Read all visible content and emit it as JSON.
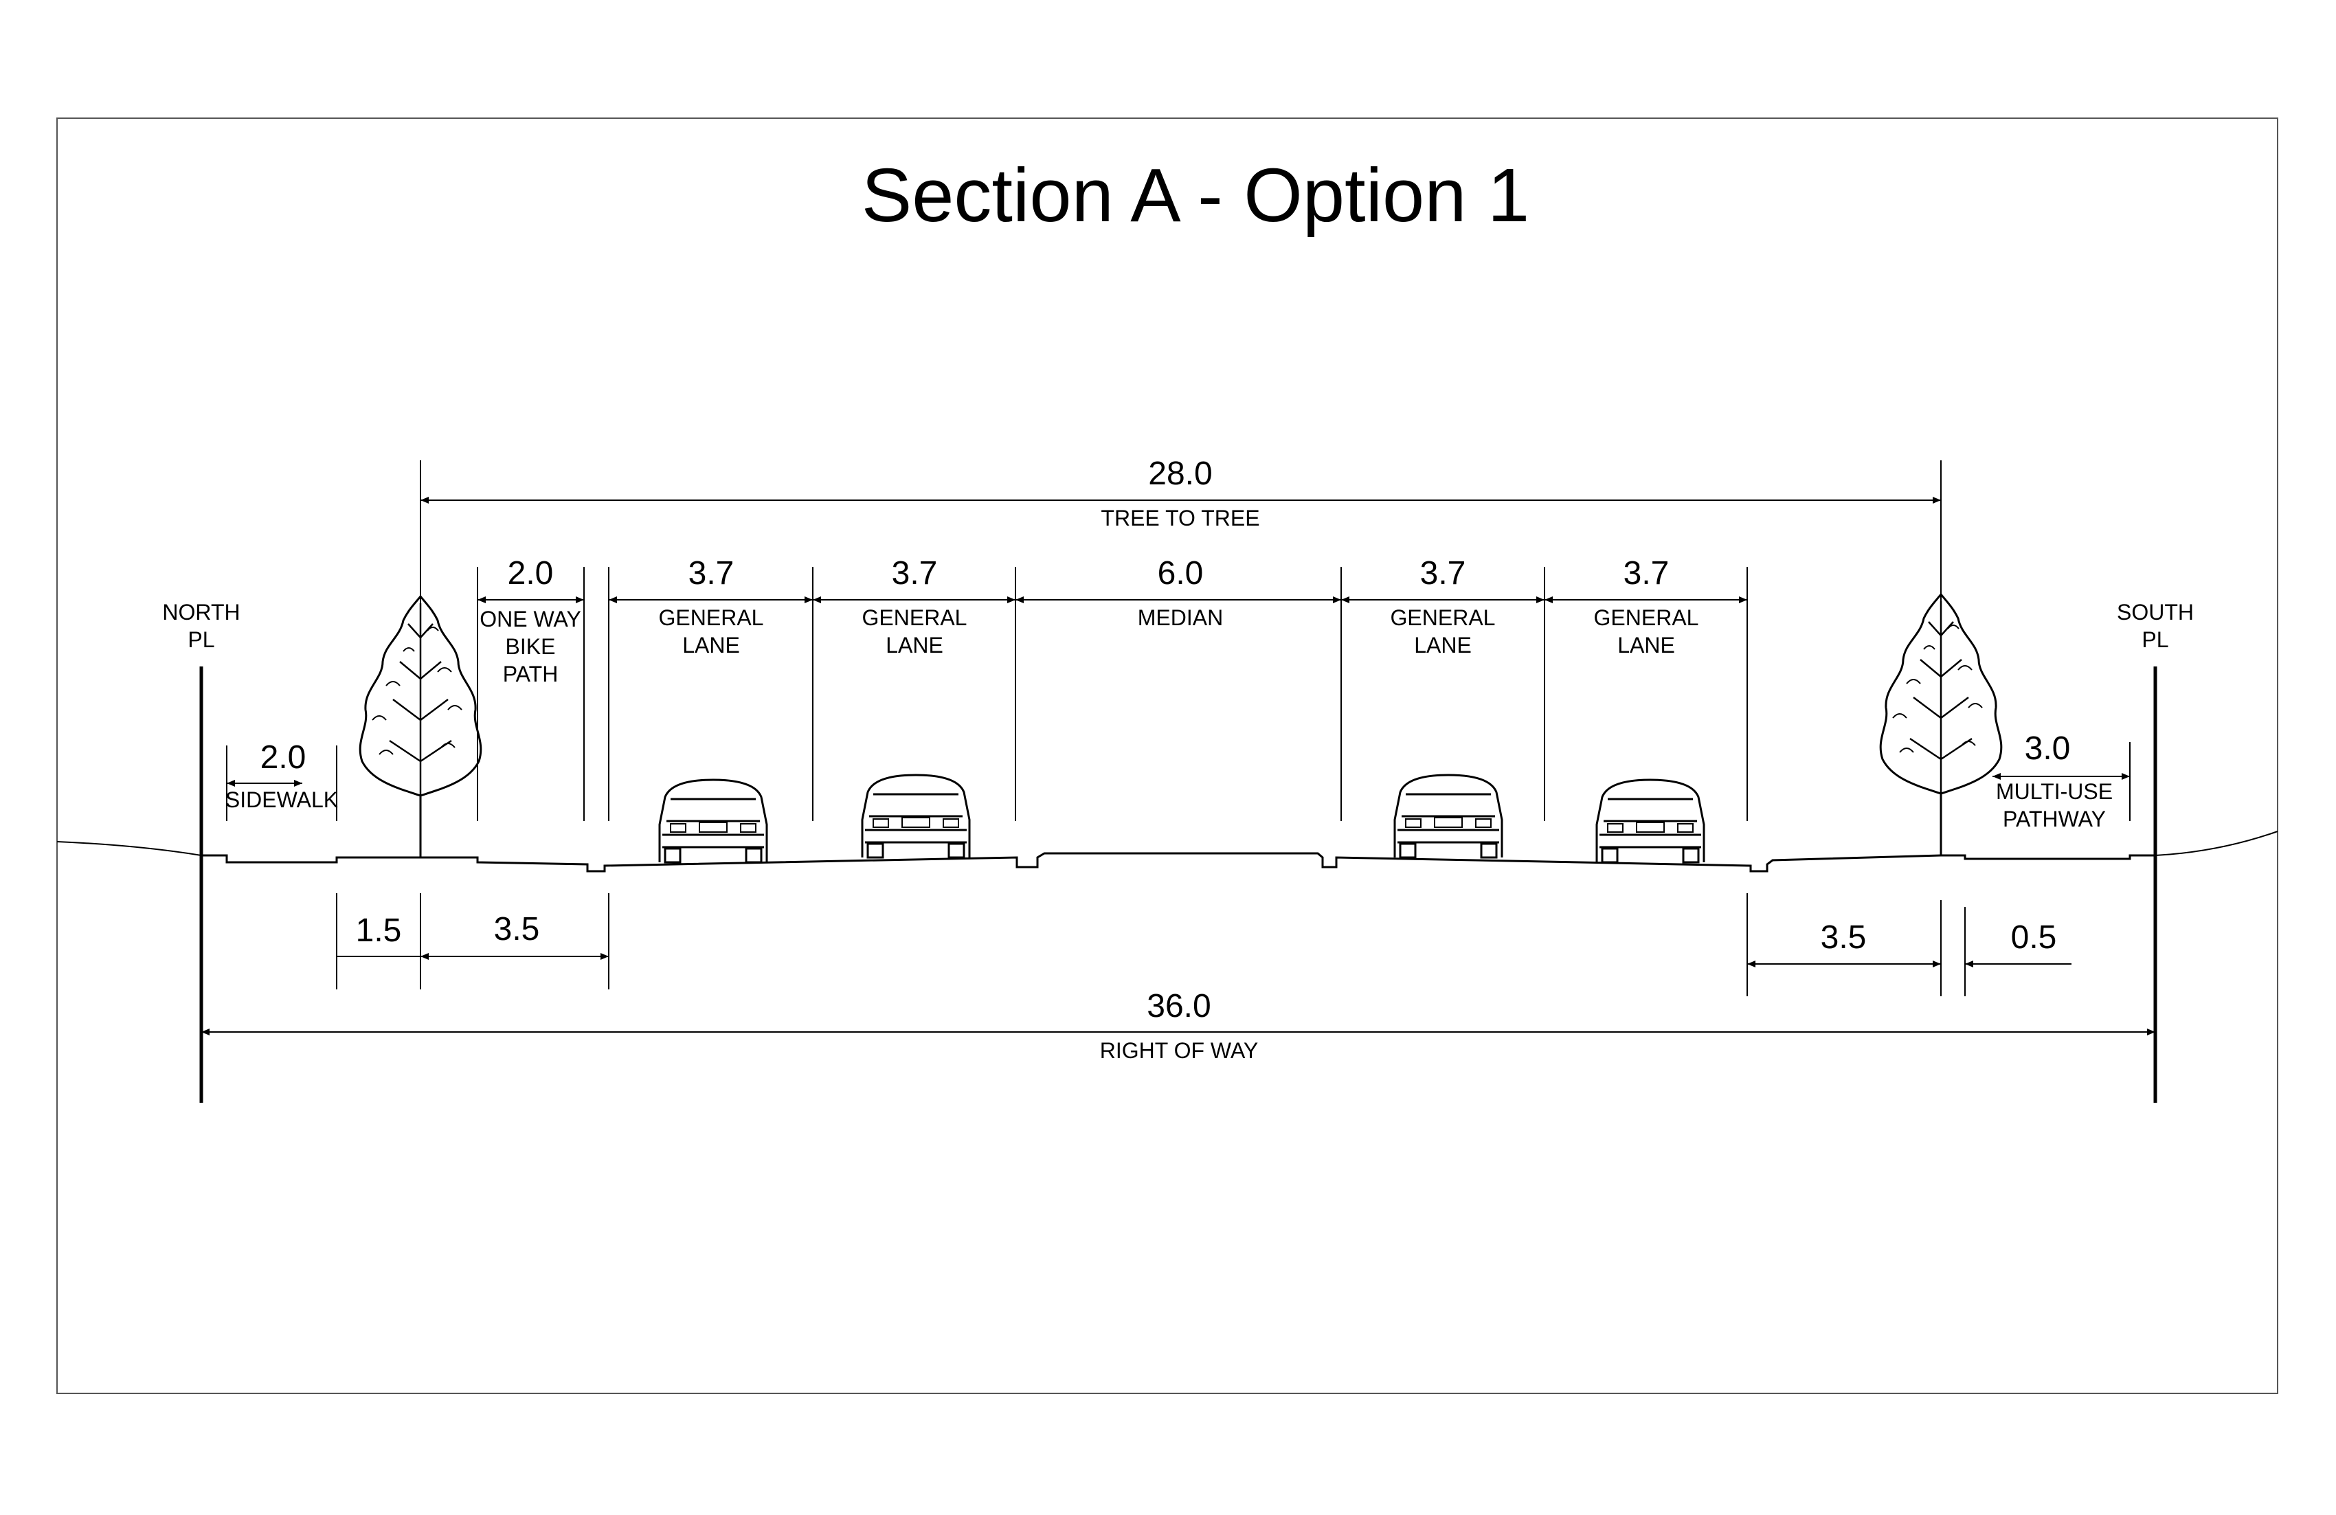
{
  "title": "Section A - Option 1",
  "property_lines": {
    "north": [
      "NORTH",
      "PL"
    ],
    "south": [
      "SOUTH",
      "PL"
    ]
  },
  "tree_to_tree": {
    "value": "28.0",
    "label": "TREE TO TREE"
  },
  "right_of_way": {
    "value": "36.0",
    "label": "RIGHT OF WAY"
  },
  "segments": [
    {
      "value": "2.0",
      "label": [
        "ONE WAY",
        "BIKE",
        "PATH"
      ]
    },
    {
      "value": "3.7",
      "label": [
        "GENERAL",
        "LANE"
      ]
    },
    {
      "value": "3.7",
      "label": [
        "GENERAL",
        "LANE"
      ]
    },
    {
      "value": "6.0",
      "label": [
        "MEDIAN"
      ]
    },
    {
      "value": "3.7",
      "label": [
        "GENERAL",
        "LANE"
      ]
    },
    {
      "value": "3.7",
      "label": [
        "GENERAL",
        "LANE"
      ]
    }
  ],
  "sidewalk": {
    "value": "2.0",
    "label": "SIDEWALK"
  },
  "pathway": {
    "value": "3.0",
    "label": [
      "MULTI-USE",
      "PATHWAY"
    ]
  },
  "lower_dims": [
    "1.5",
    "3.5",
    "3.5",
    "0.5"
  ]
}
